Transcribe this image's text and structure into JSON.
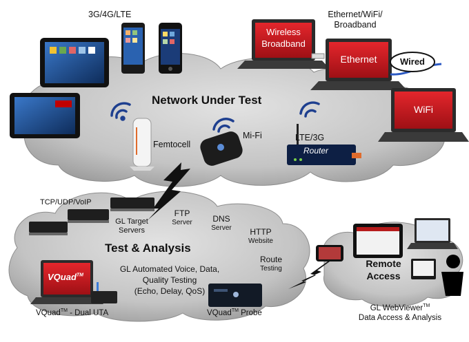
{
  "top": {
    "mobile_label": "3G/4G/LTE",
    "broadband_label_1": "Ethernet/WiFi/",
    "broadband_label_2": "Broadband"
  },
  "network_cloud": {
    "title": "Network Under Test",
    "femtocell": "Femtocell",
    "mifi": "Mi-Fi",
    "lte": "LTE/3G",
    "router": "Router",
    "laptop_wireless_1": "Wireless",
    "laptop_wireless_2": "Broadband",
    "laptop_ethernet": "Ethernet",
    "wired_tag": "Wired",
    "laptop_wifi": "WiFi"
  },
  "test_cloud": {
    "title": "Test & Analysis",
    "tcp": "TCP/UDP/VoIP",
    "gl_target_1": "GL Target",
    "gl_target_2": "Servers",
    "ftp": "FTP",
    "ftp_sub": "Server",
    "dns": "DNS",
    "dns_sub": "Server",
    "http": "HTTP",
    "http_sub": "Website",
    "route": "Route",
    "route_sub": "Testing",
    "automated_1": "GL Automated Voice, Data,",
    "automated_2": "Quality Testing",
    "automated_3": "(Echo, Delay, QoS)",
    "vquad_screen": "VQuad",
    "vquad_dual_pre": "VQuad",
    "vquad_dual_post": " - Dual UTA",
    "vquad_probe_pre": "VQuad",
    "vquad_probe_post": " Probe",
    "tm": "TM"
  },
  "remote_cloud": {
    "title_1": "Remote",
    "title_2": "Access",
    "webviewer_pre": "GL WebViewer",
    "webviewer_2": "Data Access & Analysis",
    "tm": "TM"
  },
  "colors": {
    "cloud_fill": "#c9c9c9",
    "laptop_screen_red": "#c8161d",
    "wifi_blue": "#1e3f8f",
    "bolt": "#111111"
  }
}
